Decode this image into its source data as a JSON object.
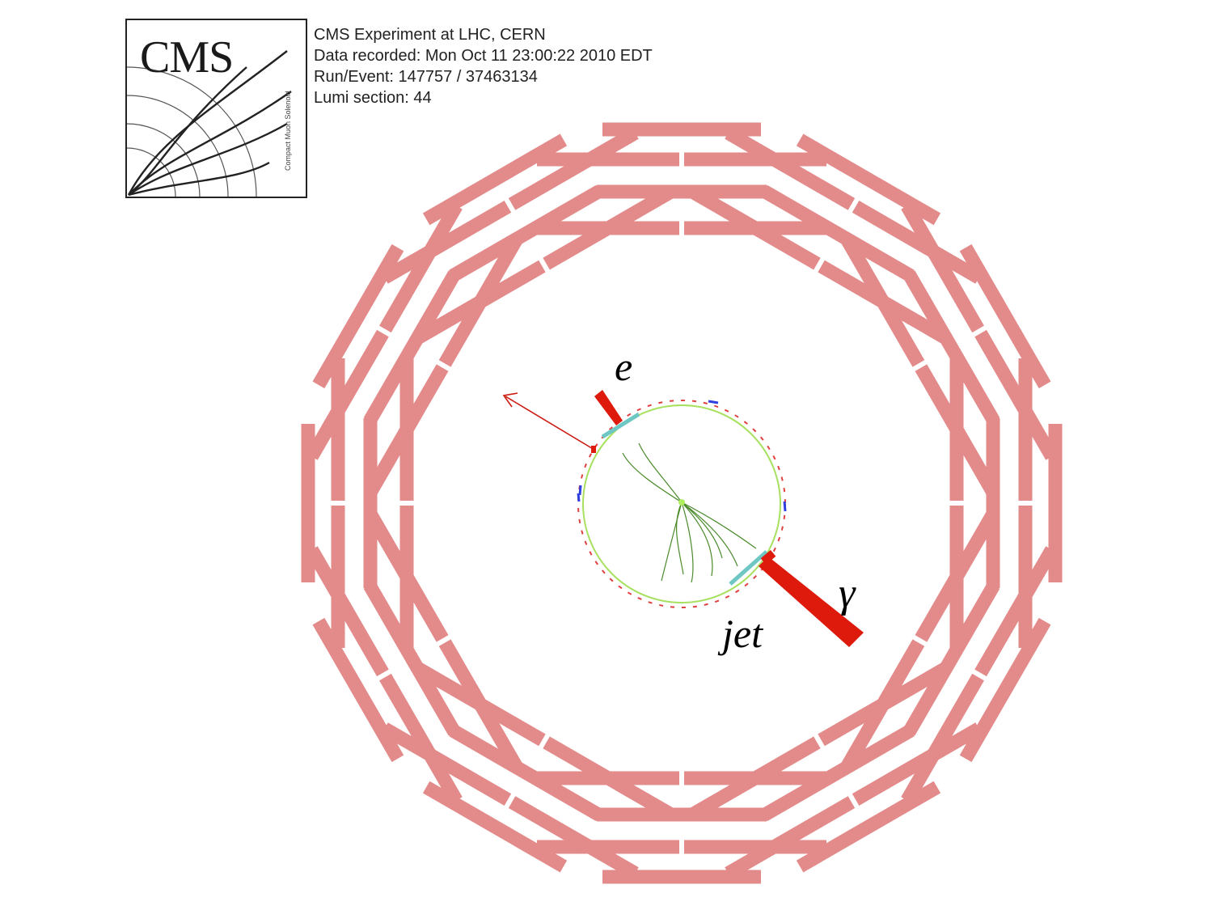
{
  "logo": {
    "word": "CMS",
    "side_text": "Compact Muon Solenoid"
  },
  "event_info": {
    "line1": "CMS Experiment at LHC, CERN",
    "line2": "Data recorded: Mon Oct 11 23:00:22 2010 EDT",
    "line3": "Run/Event: 147757 / 37463134",
    "line4": "Lumi section: 44"
  },
  "labels": {
    "electron": "e",
    "photon": "γ",
    "jet": "jet"
  },
  "colors": {
    "muon_chamber": "#e38a8a",
    "energy_tower": "#dd1a0c",
    "tracks": "#4a8a2a",
    "tracker_boundary": "#a8e060",
    "ecal_hits": "#6fc7c4",
    "met_arrow": "#cc1a10"
  }
}
